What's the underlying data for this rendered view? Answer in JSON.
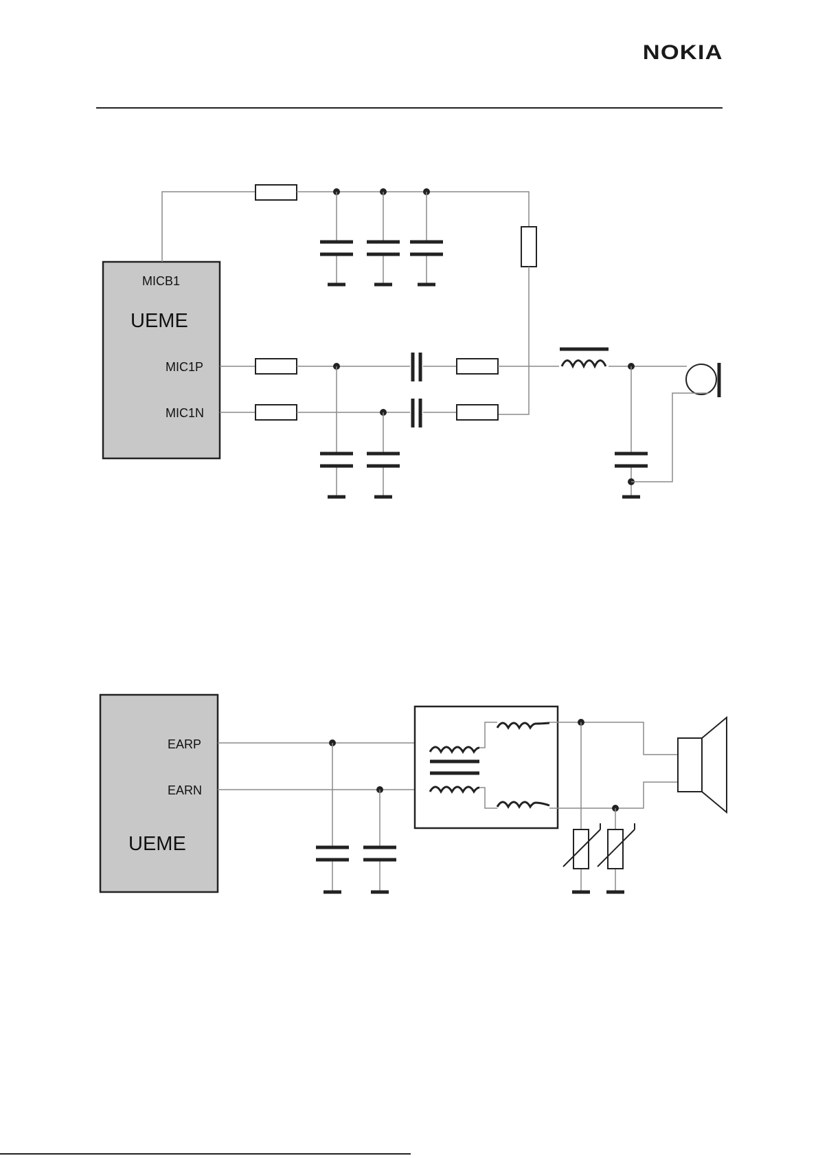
{
  "header": {
    "brand_logo": "NOKIA"
  },
  "microphone_circuit": {
    "chip_label": "UEME",
    "pins": {
      "bias": "MICB1",
      "positive": "MIC1P",
      "negative": "MIC1N"
    }
  },
  "earpiece_circuit": {
    "chip_label": "UEME",
    "pins": {
      "positive": "EARP",
      "negative": "EARN"
    }
  }
}
